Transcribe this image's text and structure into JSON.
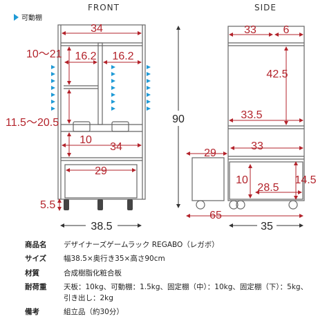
{
  "views": {
    "front": "FRONT",
    "side": "SIDE"
  },
  "legend": {
    "label": "可動棚"
  },
  "dims_front": {
    "width_top": "34",
    "shelf_range": "10～21",
    "inner_left": "16.2",
    "inner_right": "16.2",
    "low_range": "11.5～20.5",
    "small_gap": "10",
    "middle_width": "34",
    "drawer_width": "29",
    "leg_height": "5.5",
    "total_width": "38.5"
  },
  "dims_total": {
    "height": "90"
  },
  "dims_side": {
    "top_left": "33",
    "top_right": "6",
    "upper_height": "42.5",
    "shelf_depth": "33.5",
    "drawer_pull": "29",
    "middle_depth": "33",
    "drawer_inner_h": "10",
    "drawer_inner_w": "28.5",
    "drawer_outer_h": "14.5",
    "extended_depth": "65",
    "total_depth": "35"
  },
  "colors": {
    "dimension": "#b3232b",
    "arrow": "#1f9ad6",
    "line": "#555555"
  },
  "specs": [
    {
      "label": "商品名",
      "value": "デザイナーズゲームラック REGABO（レガボ）"
    },
    {
      "label": "サイズ",
      "value": "幅38.5×奥行き35×高さ90cm"
    },
    {
      "label": "材質",
      "value": "合成樹脂化粧合板"
    },
    {
      "label": "耐荷重",
      "value": "天板：10kg、可動棚：1.5kg、固定棚（中）：10kg、固定棚（下）：5kg、引き出し：2kg"
    },
    {
      "label": "備考",
      "value": "組立品（約30分）"
    }
  ]
}
